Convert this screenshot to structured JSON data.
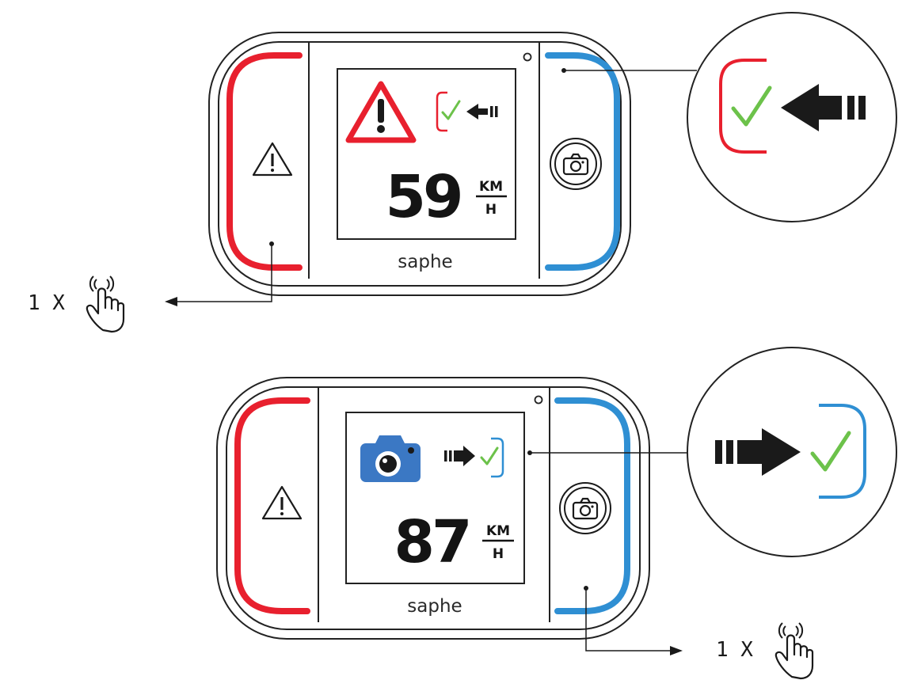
{
  "colors": {
    "red": "#e8202e",
    "blue": "#2f8fd3",
    "green": "#6cc24a",
    "camera_blue": "#3b78c4",
    "outline": "#222222"
  },
  "icons": {
    "warning_button": "warning-triangle-icon",
    "camera_button": "camera-icon",
    "hand_tap": "hand-tap-icon",
    "arrow_left": "arrow-left-icon",
    "arrow_right": "arrow-right-icon",
    "check": "checkmark-icon"
  },
  "device_top": {
    "brand": "saphe",
    "speed": "59",
    "unit_top": "KM",
    "unit_bottom": "H",
    "alert_type": "warning",
    "press_count": "1 X"
  },
  "device_bottom": {
    "brand": "saphe",
    "speed": "87",
    "unit_top": "KM",
    "unit_bottom": "H",
    "alert_type": "camera",
    "press_count": "1 X"
  }
}
